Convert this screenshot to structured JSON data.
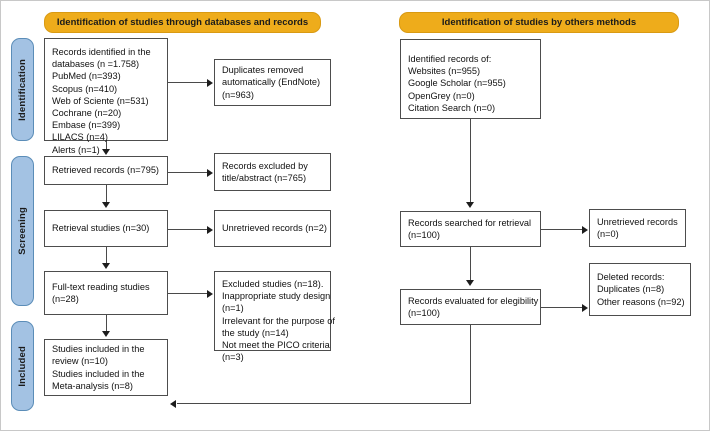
{
  "diagram": {
    "title": "PRISMA flow diagram",
    "colors": {
      "banner": "#eeac1b",
      "stage_pill": "#a3c2e3",
      "box_border": "#4d4d4d",
      "connector": "#4a4a4a",
      "background": "#ffffff"
    }
  },
  "banners": [
    {
      "id": "databases",
      "label": "Identification of studies through databases and records"
    },
    {
      "id": "others",
      "label": "Identification of studies by others methods"
    }
  ],
  "stages": [
    {
      "id": "identification",
      "label": "Identification"
    },
    {
      "id": "screening",
      "label": "Screening"
    },
    {
      "id": "included",
      "label": "Included"
    }
  ],
  "boxes": {
    "records_identified": {
      "name": "records-identified-box",
      "lines": [
        "Records identified in the",
        "databases (n =1.758)",
        "PubMed (n=393)",
        "Scopus (n=410)",
        "Web of Sciente (n=531)",
        "Cochrane (n=20)",
        "Embase (n=399)",
        "LILACS (n=4)",
        "Alerts (n=1)"
      ]
    },
    "duplicates_removed": {
      "name": "duplicates-removed-box",
      "lines": [
        "Duplicates removed",
        "automatically (EndNote)",
        "(n=963)"
      ]
    },
    "retrieved_records": {
      "name": "retrieved-records-box",
      "lines": [
        "Retrieved records (n=795)"
      ]
    },
    "records_excluded": {
      "name": "records-excluded-box",
      "lines": [
        "Records excluded by",
        "title/abstract (n=765)"
      ]
    },
    "retrieval_studies": {
      "name": "retrieval-studies-box",
      "lines": [
        "Retrieval studies (n=30)"
      ]
    },
    "unretrieved_records_left": {
      "name": "unretrieved-records-box-left",
      "lines": [
        "Unretrieved records (n=2)"
      ]
    },
    "full_text_reading": {
      "name": "full-text-reading-box",
      "lines": [
        "Full-text reading studies",
        "(n=28)"
      ]
    },
    "excluded_studies": {
      "name": "excluded-studies-box",
      "lines": [
        "Excluded studies (n=18).",
        "Inappropriate study design",
        "(n=1)",
        "Irrelevant for the purpose of",
        "the study (n=14)",
        "Not meet the PICO criteria",
        "(n=3)"
      ]
    },
    "studies_included": {
      "name": "studies-included-box",
      "lines": [
        "Studies included in the",
        "review (n=10)",
        "Studies included in the",
        "Meta-analysis (n=8)"
      ]
    },
    "identified_records_other": {
      "name": "identified-records-other-box",
      "lines": [
        "Identified records of:",
        "Websites (n=955)",
        "Google Scholar (n=955)",
        "OpenGrey (n=0)",
        "Citation Search (n=0)"
      ]
    },
    "records_searched": {
      "name": "records-searched-for-retrieval-box",
      "lines": [
        "Records searched for retrieval",
        "(n=100)"
      ]
    },
    "unretrieved_records_right": {
      "name": "unretrieved-records-box-right",
      "lines": [
        "Unretrieved records",
        "(n=0)"
      ]
    },
    "records_evaluated": {
      "name": "records-evaluated-box",
      "lines": [
        "Records evaluated for elegibility",
        "(n=100)"
      ]
    },
    "deleted_records": {
      "name": "deleted-records-box",
      "lines": [
        "Deleted records:",
        "Duplicates (n=8)",
        "Other reasons (n=92)"
      ]
    }
  },
  "chart_data": {
    "type": "diagram",
    "title": "PRISMA 2020 flow diagram",
    "nodes": [
      {
        "id": "records_identified",
        "stage": "Identification",
        "column": "databases",
        "n_total": 1758,
        "breakdown": {
          "PubMed": 393,
          "Scopus": 410,
          "Web of Sciente": 531,
          "Cochrane": 20,
          "Embase": 399,
          "LILACS": 4,
          "Alerts": 1
        }
      },
      {
        "id": "duplicates_removed",
        "stage": "Identification",
        "column": "databases",
        "n": 963
      },
      {
        "id": "retrieved_records",
        "stage": "Screening",
        "column": "databases",
        "n": 795
      },
      {
        "id": "records_excluded",
        "stage": "Screening",
        "column": "databases",
        "n": 765
      },
      {
        "id": "retrieval_studies",
        "stage": "Screening",
        "column": "databases",
        "n": 30
      },
      {
        "id": "unretrieved_records_left",
        "stage": "Screening",
        "column": "databases",
        "n": 2
      },
      {
        "id": "full_text_reading",
        "stage": "Screening",
        "column": "databases",
        "n": 28
      },
      {
        "id": "excluded_studies",
        "stage": "Screening",
        "column": "databases",
        "n": 18,
        "breakdown": {
          "Inappropriate study design": 1,
          "Irrelevant for the purpose of the study": 14,
          "Not meet the PICO criteria": 3
        }
      },
      {
        "id": "studies_included",
        "stage": "Included",
        "column": "databases",
        "review": 10,
        "meta_analysis": 8
      },
      {
        "id": "identified_records_other",
        "stage": "Identification",
        "column": "others",
        "breakdown": {
          "Websites": 955,
          "Google Scholar": 955,
          "OpenGrey": 0,
          "Citation Search": 0
        }
      },
      {
        "id": "records_searched",
        "stage": "Screening",
        "column": "others",
        "n": 100
      },
      {
        "id": "unretrieved_records_right",
        "stage": "Screening",
        "column": "others",
        "n": 0
      },
      {
        "id": "records_evaluated",
        "stage": "Screening",
        "column": "others",
        "n": 100
      },
      {
        "id": "deleted_records",
        "stage": "Screening",
        "column": "others",
        "duplicates": 8,
        "other_reasons": 92
      }
    ],
    "edges": [
      {
        "from": "records_identified",
        "to": "duplicates_removed"
      },
      {
        "from": "records_identified",
        "to": "retrieved_records"
      },
      {
        "from": "retrieved_records",
        "to": "records_excluded"
      },
      {
        "from": "retrieved_records",
        "to": "retrieval_studies"
      },
      {
        "from": "retrieval_studies",
        "to": "unretrieved_records_left"
      },
      {
        "from": "retrieval_studies",
        "to": "full_text_reading"
      },
      {
        "from": "full_text_reading",
        "to": "excluded_studies"
      },
      {
        "from": "full_text_reading",
        "to": "studies_included"
      },
      {
        "from": "identified_records_other",
        "to": "records_searched"
      },
      {
        "from": "records_searched",
        "to": "unretrieved_records_right"
      },
      {
        "from": "records_searched",
        "to": "records_evaluated"
      },
      {
        "from": "records_evaluated",
        "to": "deleted_records"
      },
      {
        "from": "records_evaluated",
        "to": "studies_included"
      }
    ]
  }
}
